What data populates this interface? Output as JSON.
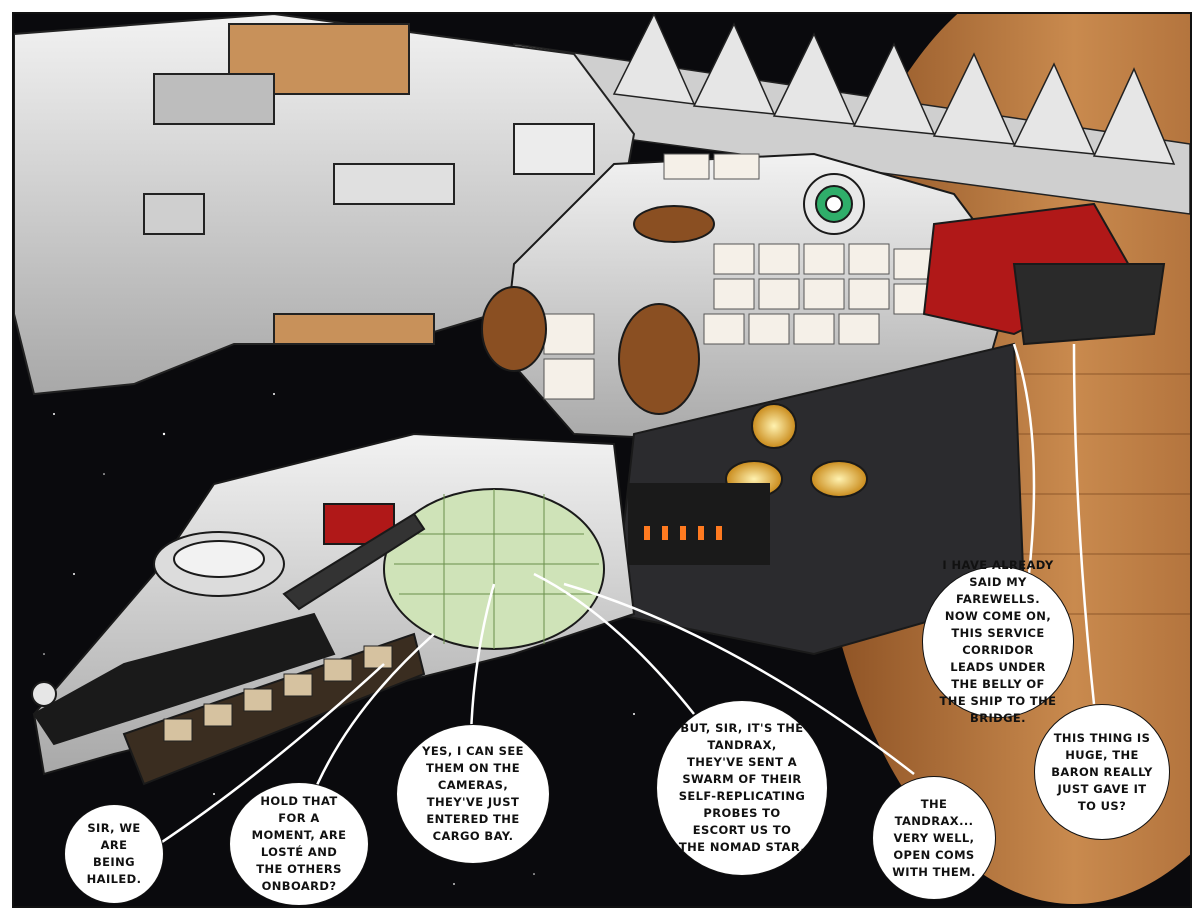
{
  "dialogue": {
    "b1": "Sir, we are being hailed.",
    "b2": "Hold that for a moment, are Losté and the others onboard?",
    "b3": "Yes, I can see them on the cameras, they've just entered the cargo bay.",
    "b4": "But, sir, it's the Tandrax, they've sent a swarm of their self-replicating probes to escort us to the Nomad Star.",
    "b5": "The Tandrax... very well, open coms with them.",
    "b6": "I have already said my farewells. Now come on, this service corridor leads under the belly of the ship to the bridge.",
    "b7": "This thing is huge, the Baron really just gave it to us?"
  },
  "colors": {
    "space": "#0a0a0d",
    "hull": "#d9d9d9",
    "hull_dark": "#9a9a9a",
    "planet": "#b87333",
    "wood": "#c8915a",
    "accent_red": "#b01818",
    "accent_green": "#2fae6a",
    "glow": "#e8c04a"
  }
}
